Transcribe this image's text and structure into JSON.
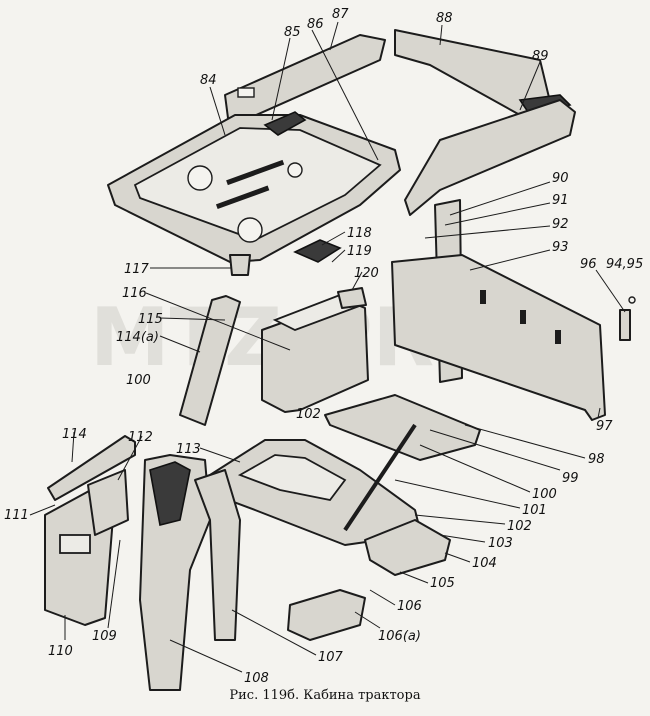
{
  "caption": "Рис. 119б. Кабина трактора",
  "watermark": "MTZ-PRO",
  "labels": [
    "84",
    "85",
    "86",
    "87",
    "88",
    "89",
    "90",
    "91",
    "92",
    "93",
    "96",
    "94,95",
    "97",
    "98",
    "99",
    "100",
    "101",
    "102",
    "103",
    "104",
    "105",
    "106",
    "106(а)",
    "107",
    "108",
    "109",
    "110",
    "111",
    "112",
    "113",
    "114",
    "114(а)",
    "115",
    "116",
    "117",
    "118",
    "119",
    "120"
  ],
  "colors": {
    "ink": "#1c1c1c",
    "paper": "#f4f3ef",
    "steel": "#d8d6cf"
  }
}
